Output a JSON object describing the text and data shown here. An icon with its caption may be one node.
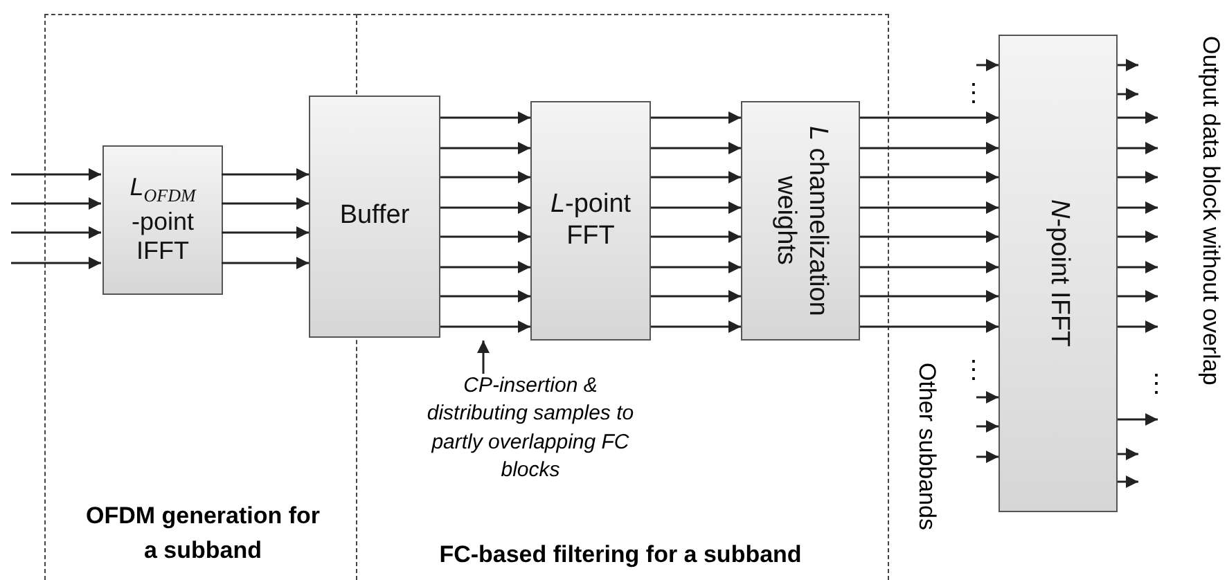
{
  "diagram": {
    "nodes": [
      {
        "text": [
          "OFDM generation for a subband"
        ]
      },
      {
        "text": [
          "FC-based filtering for a subband"
        ]
      },
      {
        "text": [
          "*L*$_{OFDM}$ -point IFFT"
        ],
        "in": 0
      },
      {
        "text": [
          "Buffer"
        ]
      },
      {
        "text": [
          "*L*-point FFT"
        ],
        "in": 1
      },
      {
        "text": [
          "*L* channelization weights"
        ],
        "in": 1
      },
      {
        "text": [
          "*N*-point IFFT"
        ]
      },
      {
        "text": [
          "CP-insertion & distributing samples to partly overlapping FC blocks"
        ],
        "in": 1
      }
    ],
    "edges": [
      {
        "from": null,
        "to": 2,
        "arrow": "to"
      },
      {
        "from": null,
        "to": 2,
        "arrow": "to"
      },
      {
        "from": null,
        "to": 2,
        "arrow": "to"
      },
      {
        "from": null,
        "to": 2,
        "arrow": "to"
      },
      {
        "from": 2,
        "to": 3,
        "arrow": "to"
      },
      {
        "from": 2,
        "to": 3,
        "arrow": "to"
      },
      {
        "from": 2,
        "to": 3,
        "arrow": "to"
      },
      {
        "from": 2,
        "to": 3,
        "arrow": "to"
      },
      {
        "from": 3,
        "to": 4,
        "arrow": "to"
      },
      {
        "from": 3,
        "to": 4,
        "arrow": "to"
      },
      {
        "from": 3,
        "to": 4,
        "arrow": "to"
      },
      {
        "from": 3,
        "to": 4,
        "arrow": "to"
      },
      {
        "from": 3,
        "to": 4,
        "arrow": "to"
      },
      {
        "from": 3,
        "to": 4,
        "arrow": "to"
      },
      {
        "from": 3,
        "to": 4,
        "arrow": "to"
      },
      {
        "from": 3,
        "to": 4,
        "arrow": "to"
      },
      {
        "from": 4,
        "to": 5,
        "arrow": "to"
      },
      {
        "from": 4,
        "to": 5,
        "arrow": "to"
      },
      {
        "from": 4,
        "to": 5,
        "arrow": "to"
      },
      {
        "from": 4,
        "to": 5,
        "arrow": "to"
      },
      {
        "from": 4,
        "to": 5,
        "arrow": "to"
      },
      {
        "from": 4,
        "to": 5,
        "arrow": "to"
      },
      {
        "from": 4,
        "to": 5,
        "arrow": "to"
      },
      {
        "from": 4,
        "to": 5,
        "arrow": "to"
      },
      {
        "from": 5,
        "to": 6,
        "arrow": "to"
      },
      {
        "from": 5,
        "to": 6,
        "arrow": "to"
      },
      {
        "from": 5,
        "to": 6,
        "arrow": "to"
      },
      {
        "from": 5,
        "to": 6,
        "arrow": "to"
      },
      {
        "from": 5,
        "to": 6,
        "arrow": "to"
      },
      {
        "from": 5,
        "to": 6,
        "arrow": "to"
      },
      {
        "from": 5,
        "to": 6,
        "arrow": "to"
      },
      {
        "from": 5,
        "to": 6,
        "arrow": "to"
      },
      {
        "from": null,
        "to": 6,
        "arrow": "to"
      },
      {
        "from": null,
        "to": 6,
        "arrow": "to"
      },
      {
        "from": null,
        "to": 6,
        "arrow": "to"
      },
      {
        "from": null,
        "to": 6,
        "arrow": "to"
      },
      {
        "from": 6,
        "to": null,
        "arrow": "to"
      },
      {
        "from": 6,
        "to": null,
        "arrow": "to"
      },
      {
        "from": 6,
        "to": null,
        "arrow": "to"
      },
      {
        "from": 6,
        "to": null,
        "arrow": "to"
      },
      {
        "from": 6,
        "to": null,
        "arrow": "to"
      },
      {
        "from": 6,
        "to": null,
        "arrow": "to"
      },
      {
        "from": 6,
        "to": null,
        "arrow": "to"
      },
      {
        "from": 6,
        "to": null,
        "arrow": "to"
      },
      {
        "from": 6,
        "to": null,
        "arrow": "to"
      },
      {
        "from": 6,
        "to": null,
        "arrow": "to"
      },
      {
        "from": 6,
        "to": null,
        "arrow": "to"
      },
      {
        "from": 6,
        "to": null,
        "arrow": "to"
      },
      {
        "from": 6,
        "to": null,
        "arrow": "to"
      },
      {
        "from": 7,
        "to": null,
        "arrow": "to"
      }
    ],
    "labels": [
      "⋮",
      "⋮",
      "Other subbands",
      "⋮",
      "Output data block without overlap"
    ]
  }
}
